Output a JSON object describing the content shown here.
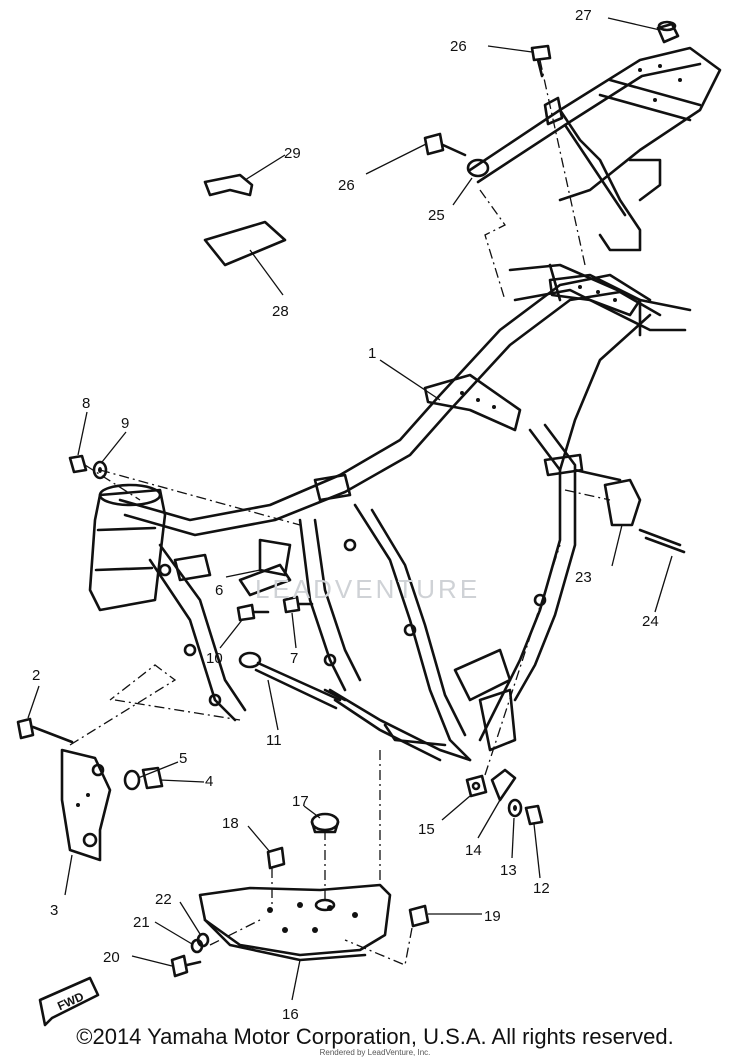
{
  "callouts": {
    "c1": "1",
    "c2": "2",
    "c3": "3",
    "c4": "4",
    "c5": "5",
    "c6": "6",
    "c7": "7",
    "c8": "8",
    "c9": "9",
    "c10": "10",
    "c11": "11",
    "c12": "12",
    "c13": "13",
    "c14": "14",
    "c15": "15",
    "c16": "16",
    "c17": "17",
    "c18": "18",
    "c19": "19",
    "c20": "20",
    "c21": "21",
    "c22": "22",
    "c23": "23",
    "c24": "24",
    "c25": "25",
    "c26a": "26",
    "c26b": "26",
    "c27": "27",
    "c28": "28",
    "c29": "29"
  },
  "fwd_label": "FWD",
  "watermark": "LEADVENTURE",
  "footer": {
    "copyright": "©2014 Yamaha Motor Corporation, U.S.A. All rights reserved.",
    "rendered_by": "Rendered by LeadVenture, Inc."
  }
}
